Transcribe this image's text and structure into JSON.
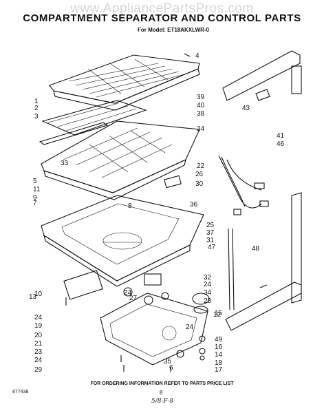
{
  "watermark": "www.AppliancePartsPros.com",
  "title": "COMPARTMENT SEPARATOR AND CONTROL PARTS",
  "subtitle": "For Model: ET18AKXLWR-0",
  "footer": "FOR ORDERING INFORMATION REFER TO PARTS PRICE LIST",
  "doc_number": "877438",
  "page_number": "8",
  "handwritten_note": "5/8-F-8",
  "callouts": [
    "1",
    "2",
    "3",
    "4",
    "5",
    "6",
    "7",
    "8",
    "9",
    "10",
    "11",
    "12",
    "13",
    "14",
    "15",
    "16",
    "17",
    "18",
    "19",
    "20",
    "21",
    "22",
    "23",
    "24",
    "24",
    "24",
    "24",
    "24",
    "24",
    "25",
    "26",
    "27",
    "28",
    "29",
    "30",
    "31",
    "32",
    "33",
    "34",
    "35",
    "36",
    "37",
    "38",
    "39",
    "40",
    "41",
    "43",
    "46",
    "47",
    "48",
    "49"
  ]
}
